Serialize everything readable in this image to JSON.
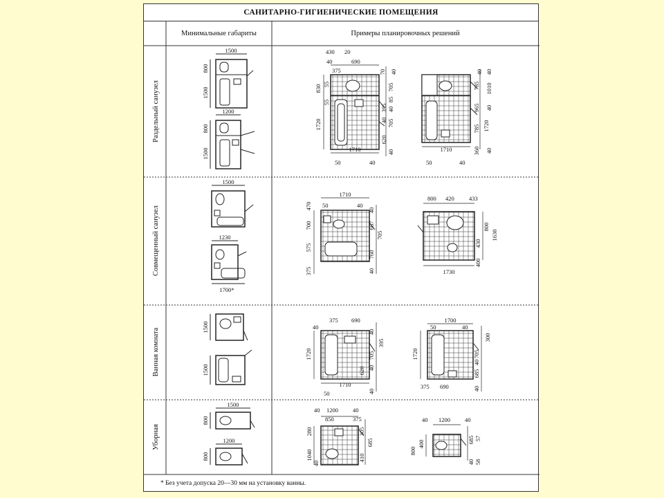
{
  "title": "САНИТАРНО-ГИГИЕНИЧЕСКИЕ ПОМЕЩЕНИЯ",
  "columns": {
    "minimal": "Минимальные габариты",
    "examples": "Примеры планировочных решений"
  },
  "rows": [
    {
      "label": "Раздельный санузел"
    },
    {
      "label": "Совмещенный санузел"
    },
    {
      "label": "Ванная комната"
    },
    {
      "label": "Уборная"
    }
  ],
  "dims": {
    "r1_min": [
      "1500",
      "800",
      "1500",
      "1200",
      "800",
      "1500"
    ],
    "r1_ex1": [
      "430",
      "20",
      "40",
      "690",
      "375",
      "70",
      "40",
      "830",
      "55",
      "55",
      "1720",
      "705",
      "85",
      "40",
      "395",
      "40",
      "705",
      "620",
      "40",
      "1710",
      "50",
      "40"
    ],
    "r1_ex2": [
      "40",
      "785",
      "40",
      "1010",
      "965",
      "40",
      "785",
      "1720",
      "360",
      "40",
      "1710",
      "50",
      "40"
    ],
    "r2_min": [
      "1500",
      "1230",
      "1700*"
    ],
    "r2_ex1": [
      "1710",
      "470",
      "50",
      "40",
      "40",
      "700",
      "667",
      "705",
      "575",
      "760",
      "375",
      "40"
    ],
    "r2_ex2": [
      "800",
      "420",
      "433",
      "800",
      "430",
      "1630",
      "400",
      "1730"
    ],
    "r3_min": [
      "1500",
      "1500"
    ],
    "r3_ex1": [
      "375",
      "690",
      "40",
      "40",
      "395",
      "1720",
      "705",
      "40",
      "620",
      "1710",
      "50",
      "40"
    ],
    "r3_ex2": [
      "1700",
      "50",
      "40",
      "300",
      "1720",
      "705",
      "40",
      "685",
      "375",
      "690",
      "40"
    ],
    "r4_min": [
      "1500",
      "800",
      "1200",
      "800"
    ],
    "r4_ex1": [
      "40",
      "1200",
      "40",
      "850",
      "375",
      "280",
      "305",
      "1040",
      "685",
      "410",
      "40"
    ],
    "r4_ex2": [
      "40",
      "1200",
      "40",
      "800",
      "400",
      "685",
      "57",
      "40",
      "58"
    ]
  },
  "footnote": "* Без учета допуска 20—30 мм на установку ванны."
}
